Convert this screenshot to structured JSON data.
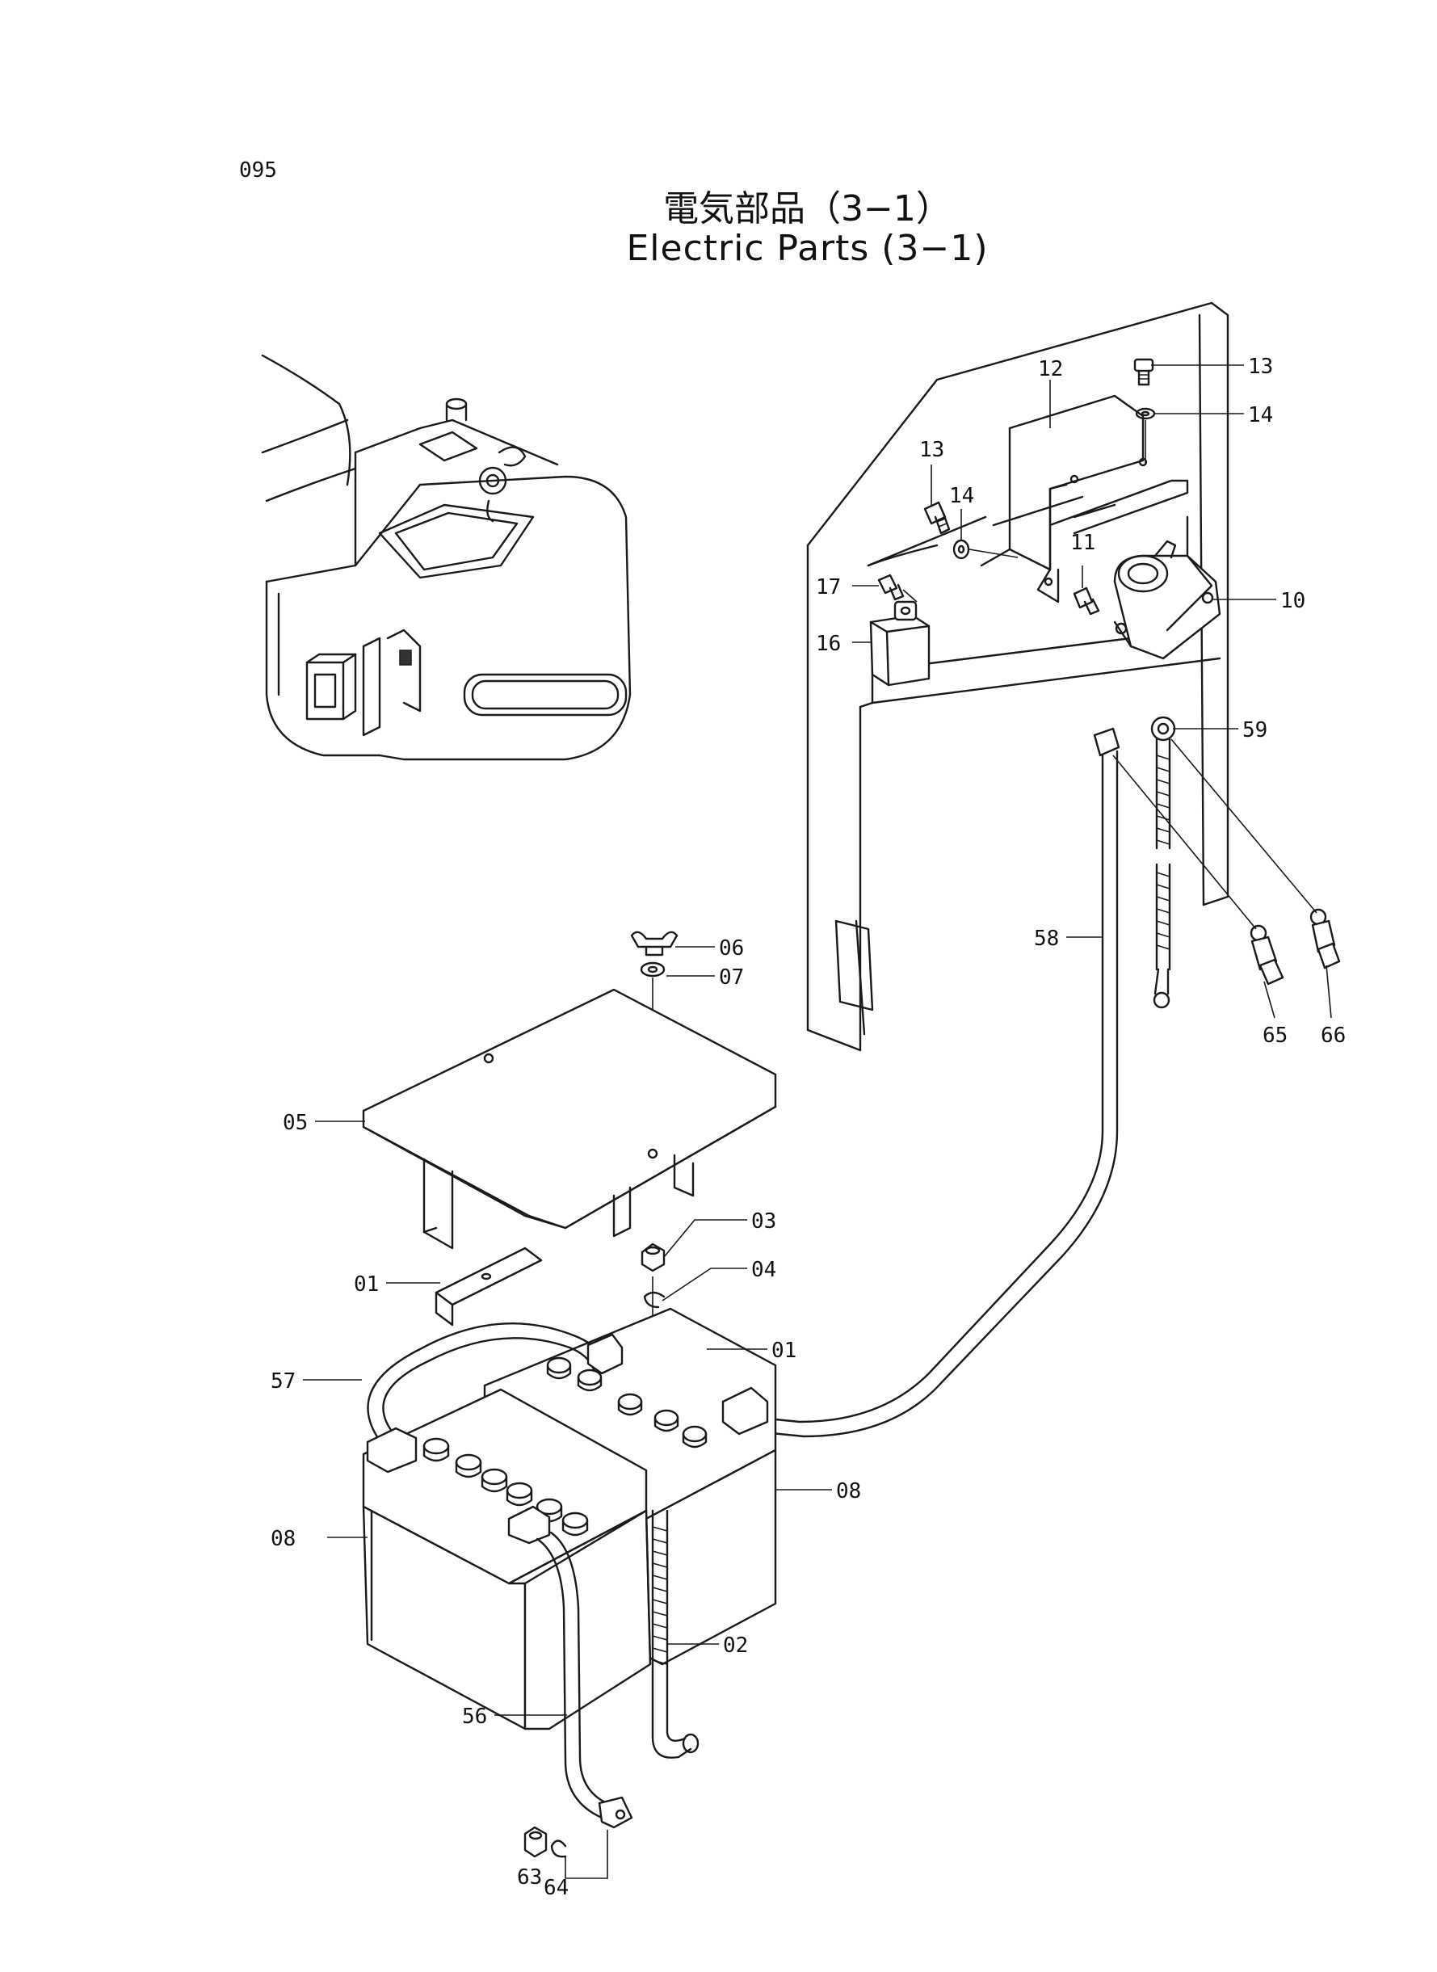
{
  "page_number": "095",
  "title_jp": "電気部品（3−1）",
  "title_en": "Electric Parts (3−1)",
  "callouts": [
    {
      "id": "06",
      "text": "06"
    },
    {
      "id": "07",
      "text": "07"
    },
    {
      "id": "05",
      "text": "05"
    },
    {
      "id": "03",
      "text": "03"
    },
    {
      "id": "04",
      "text": "04"
    },
    {
      "id": "01a",
      "text": "01"
    },
    {
      "id": "01b",
      "text": "01"
    },
    {
      "id": "57",
      "text": "57"
    },
    {
      "id": "08a",
      "text": "08"
    },
    {
      "id": "08b",
      "text": "08"
    },
    {
      "id": "02",
      "text": "02"
    },
    {
      "id": "56",
      "text": "56"
    },
    {
      "id": "63",
      "text": "63"
    },
    {
      "id": "64",
      "text": "64"
    },
    {
      "id": "58",
      "text": "58"
    },
    {
      "id": "59",
      "text": "59"
    },
    {
      "id": "65",
      "text": "65"
    },
    {
      "id": "66",
      "text": "66"
    },
    {
      "id": "12",
      "text": "12"
    },
    {
      "id": "13a",
      "text": "13"
    },
    {
      "id": "14a",
      "text": "14"
    },
    {
      "id": "13b",
      "text": "13"
    },
    {
      "id": "14b",
      "text": "14"
    },
    {
      "id": "11",
      "text": "11"
    },
    {
      "id": "10",
      "text": "10"
    },
    {
      "id": "17",
      "text": "17"
    },
    {
      "id": "16",
      "text": "16"
    }
  ]
}
